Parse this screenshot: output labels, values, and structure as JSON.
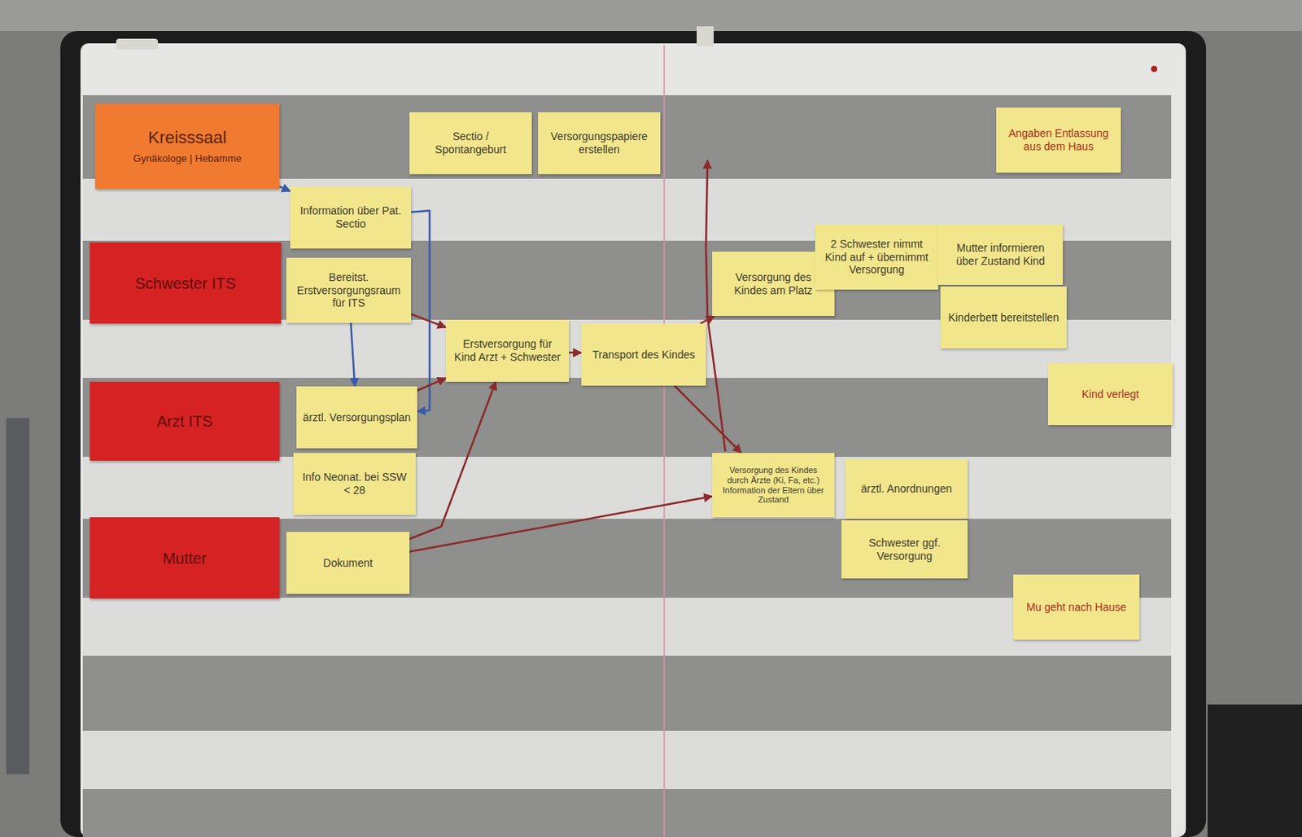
{
  "diagram": {
    "nodes": [
      {
        "text": [
          "Kreisssaal",
          "Gynäkologe | Hebamme"
        ]
      },
      {
        "text": [
          "Sectio / Spontangeburt"
        ]
      },
      {
        "text": [
          "Versorgungspapiere erstellen"
        ]
      },
      {
        "text": [
          "Angaben Entlassung aus dem Haus"
        ]
      },
      {
        "text": [
          "Information über Pat. Sectio"
        ]
      },
      {
        "text": [
          "Schwester ITS"
        ]
      },
      {
        "text": [
          "Bereitst. Erstversorgungsraum für ITS"
        ]
      },
      {
        "text": [
          "Versorgung des Kindes am Platz"
        ]
      },
      {
        "text": [
          "2 Schwester nimmt Kind auf + übernimmt Versorgung"
        ]
      },
      {
        "text": [
          "Mutter informieren über Zustand Kind"
        ]
      },
      {
        "text": [
          "Kinderbett bereitstellen"
        ]
      },
      {
        "text": [
          "Erstversorgung für Kind Arzt + Schwester"
        ]
      },
      {
        "text": [
          "Transport des Kindes"
        ]
      },
      {
        "text": [
          "Arzt ITS"
        ]
      },
      {
        "text": [
          "ärztl. Versorgungsplan"
        ]
      },
      {
        "text": [
          "Kind verlegt"
        ]
      },
      {
        "text": [
          "Info Neonat. bei SSW < 28"
        ]
      },
      {
        "text": [
          "Versorgung des Kindes durch Ärzte (Ki, Fa, etc.) Information der Eltern über Zustand"
        ]
      },
      {
        "text": [
          "ärztl. Anordnungen"
        ]
      },
      {
        "text": [
          "Mutter"
        ]
      },
      {
        "text": [
          "Dokument"
        ]
      },
      {
        "text": [
          "Schwester ggf. Versorgung"
        ]
      },
      {
        "text": [
          "Mu geht nach Hause"
        ]
      }
    ],
    "edges": [
      {
        "from": 0,
        "to": 4,
        "arrow": "to"
      },
      {
        "from": 4,
        "to": 14,
        "arrow": "to"
      },
      {
        "from": 6,
        "to": 14,
        "arrow": "to"
      },
      {
        "from": 6,
        "to": 11,
        "arrow": "to"
      },
      {
        "from": 14,
        "to": 11,
        "arrow": "to"
      },
      {
        "from": 20,
        "to": 11,
        "arrow": "to"
      },
      {
        "from": 20,
        "to": 17,
        "arrow": "to"
      },
      {
        "from": 11,
        "to": 12,
        "arrow": "to"
      },
      {
        "from": 12,
        "to": 7,
        "arrow": "to"
      },
      {
        "from": 12,
        "to": 17,
        "arrow": "to"
      }
    ]
  }
}
